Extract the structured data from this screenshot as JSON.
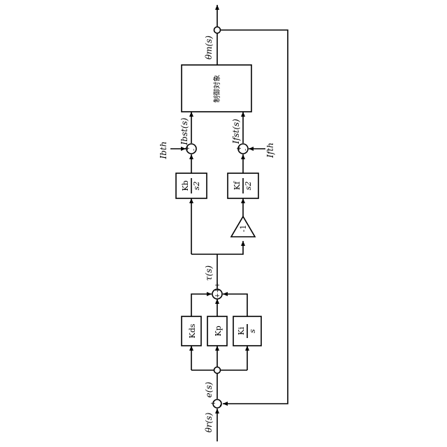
{
  "signals": {
    "theta_r": "θr(s)",
    "e": "e(s)",
    "tau": "τ(s)",
    "theta_m": "θm(s)",
    "i_b_st": "Ibst(s)",
    "i_f_st": "Ifst(s)",
    "i_b_th": "Ibth",
    "i_f_th": "Ifth"
  },
  "blocks": {
    "kd": "Kds",
    "kp": "Kp",
    "ki_num": "Ki",
    "ki_den": "s",
    "kb_num": "Kb",
    "kb_den": "s2",
    "kf_num": "Kf",
    "kf_den": "s2",
    "gain": "-1",
    "plant": "制御対象"
  },
  "signs": {
    "sum_e_plus": "+",
    "sum_e_minus": "-",
    "sum_pid_plus": "+++",
    "sum_b_plus": "+",
    "sum_b_minus": "-",
    "sum_f_plus": "+",
    "sum_f_minus": "-"
  }
}
